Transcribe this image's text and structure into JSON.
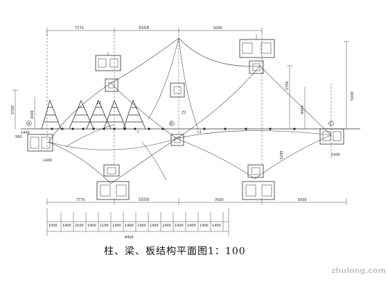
{
  "title": "柱、梁、板结构平面图1：100",
  "watermark": "zhulong.com",
  "top_dims": [
    "7770",
    "5550",
    "5000"
  ],
  "bottom_dims": [
    "7770",
    "5550",
    "7000",
    "6500"
  ],
  "ruler_dims": [
    "1000",
    "1400",
    "2100",
    "1400",
    "1190",
    "1400",
    "1400",
    "1400",
    "1400",
    "1400",
    "1400",
    "1400",
    "1400",
    "1400"
  ],
  "ruler_total": "8400",
  "right_dims": [
    "2700",
    "5300",
    "5295",
    "4400"
  ],
  "left_dims": [
    "5700",
    "3440",
    "560",
    "1400",
    "1400",
    "1400"
  ],
  "grid_marks": [
    "A",
    "B",
    "C"
  ],
  "labels": {
    "z1": "Z1",
    "l1": "L1",
    "l2": "L2",
    "c": "C"
  }
}
